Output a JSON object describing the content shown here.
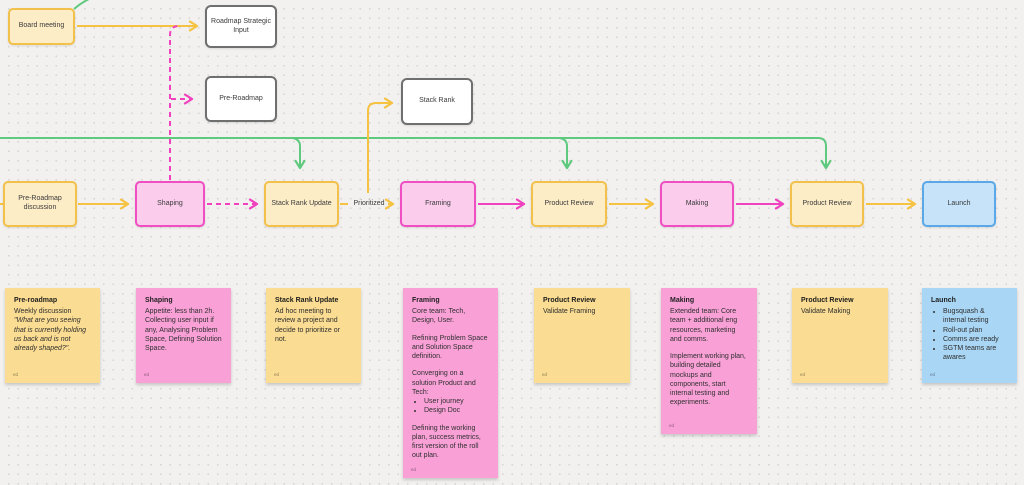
{
  "board": {
    "top_nodes": {
      "board_meeting": {
        "label": "Board meeting"
      },
      "roadmap_strategic_input": {
        "label": "Roadmap Strategic Input"
      },
      "pre_roadmap": {
        "label": "Pre-Roadmap"
      },
      "stack_rank": {
        "label": "Stack Rank"
      }
    },
    "flow_nodes": [
      {
        "label": "Pre-Roadmap discussion",
        "style": "yellow"
      },
      {
        "label": "Shaping",
        "style": "pink"
      },
      {
        "label": "Stack Rank Update",
        "style": "yellow"
      },
      {
        "label": "Framing",
        "style": "pink"
      },
      {
        "label": "Product Review",
        "style": "yellow"
      },
      {
        "label": "Making",
        "style": "pink"
      },
      {
        "label": "Product Review",
        "style": "yellow"
      },
      {
        "label": "Launch",
        "style": "blue"
      }
    ],
    "decision_label": "Prioritized",
    "stickies": [
      {
        "title": "Pre-roadmap",
        "body_plain": "Weekly discussion ",
        "body_italic": "\"What are you seeing that is currently holding us back and is not already shaped?\".",
        "author": "ed",
        "color": "yellow"
      },
      {
        "title": "Shaping",
        "body": "Appetite: less than 2h. Collecting user input if any, Analysing Problem Space, Defining Solution Space.",
        "author": "ed",
        "color": "pink"
      },
      {
        "title": "Stack Rank Update",
        "body": "Ad hoc meeting to review a project and decide to prioritize or not.",
        "author": "ed",
        "color": "yellow"
      },
      {
        "title": "Framing",
        "paragraphs": [
          "Core team: Tech, Design, User.",
          "Refining Problem Space and Solution Space definition.",
          "Converging on a solution Product and Tech:",
          "Defining the working plan, success metrics, first version of the roll out plan."
        ],
        "bullets": [
          "User journey",
          "Design Doc"
        ],
        "author": "ed",
        "color": "pink"
      },
      {
        "title": "Product Review",
        "body": "Validate Framing",
        "author": "ed",
        "color": "yellow"
      },
      {
        "title": "Making",
        "paragraphs": [
          "Extended team: Core team + additional eng resources, marketing and comms.",
          "Implement working plan, building detailed mockups and components, start internal testing and experiments."
        ],
        "author": "ed",
        "color": "pink"
      },
      {
        "title": "Product Review",
        "body": "Validate Making",
        "author": "ed",
        "color": "yellow"
      },
      {
        "title": "Launch",
        "bullets": [
          "Bugsquash & internal testing",
          "Roll-out plan",
          "Comms are ready",
          "SGTM teams are awares"
        ],
        "author": "ed",
        "color": "blue"
      }
    ],
    "colors": {
      "yellow_accent": "#F5C242",
      "pink_accent": "#F041BE",
      "green_accent": "#5FC97E",
      "blue_accent": "#5BA8E8",
      "sticky_yellow": "#FADC92",
      "sticky_pink": "#F9A1D7",
      "sticky_blue": "#A9D6F5",
      "node_yellow_fill": "#FDEDC7",
      "node_pink_fill": "#FBCCEC",
      "node_blue_fill": "#C6E3F9",
      "white_node_border": "#6F6F6F"
    }
  }
}
